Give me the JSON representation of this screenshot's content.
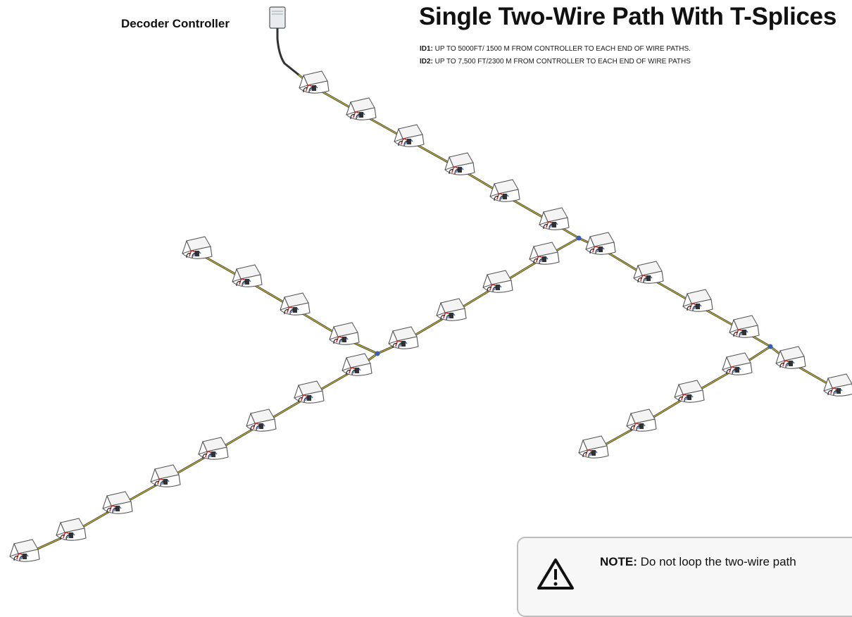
{
  "controller": {
    "label": "Decoder Controller"
  },
  "title": "Single Two-Wire Path With T-Splices",
  "specs": [
    {
      "key": "ID1:",
      "text": " UP TO 5000FT/ 1500 M FROM CONTROLLER TO EACH END OF WIRE PATHS."
    },
    {
      "key": "ID2:",
      "text": " UP TO 7,500 FT/2300 M FROM CONTROLLER TO EACH END OF WIRE PATHS"
    }
  ],
  "note": {
    "label": "NOTE:",
    "text": " Do not loop the two-wire path"
  },
  "colors": {
    "wire_dark": "#3a3a2a",
    "wire_yellow": "#d8c23a",
    "splice_blue": "#3b5fb0",
    "box_stroke": "#555555",
    "box_fill": "#ffffff",
    "decoder_red": "#d03030",
    "decoder_blue": "#4a6fc8",
    "note_border": "#bdbdbd"
  },
  "icons": {
    "controller": "controller-box-icon",
    "valve_box": "valve-box-icon",
    "warning": "warning-icon"
  }
}
